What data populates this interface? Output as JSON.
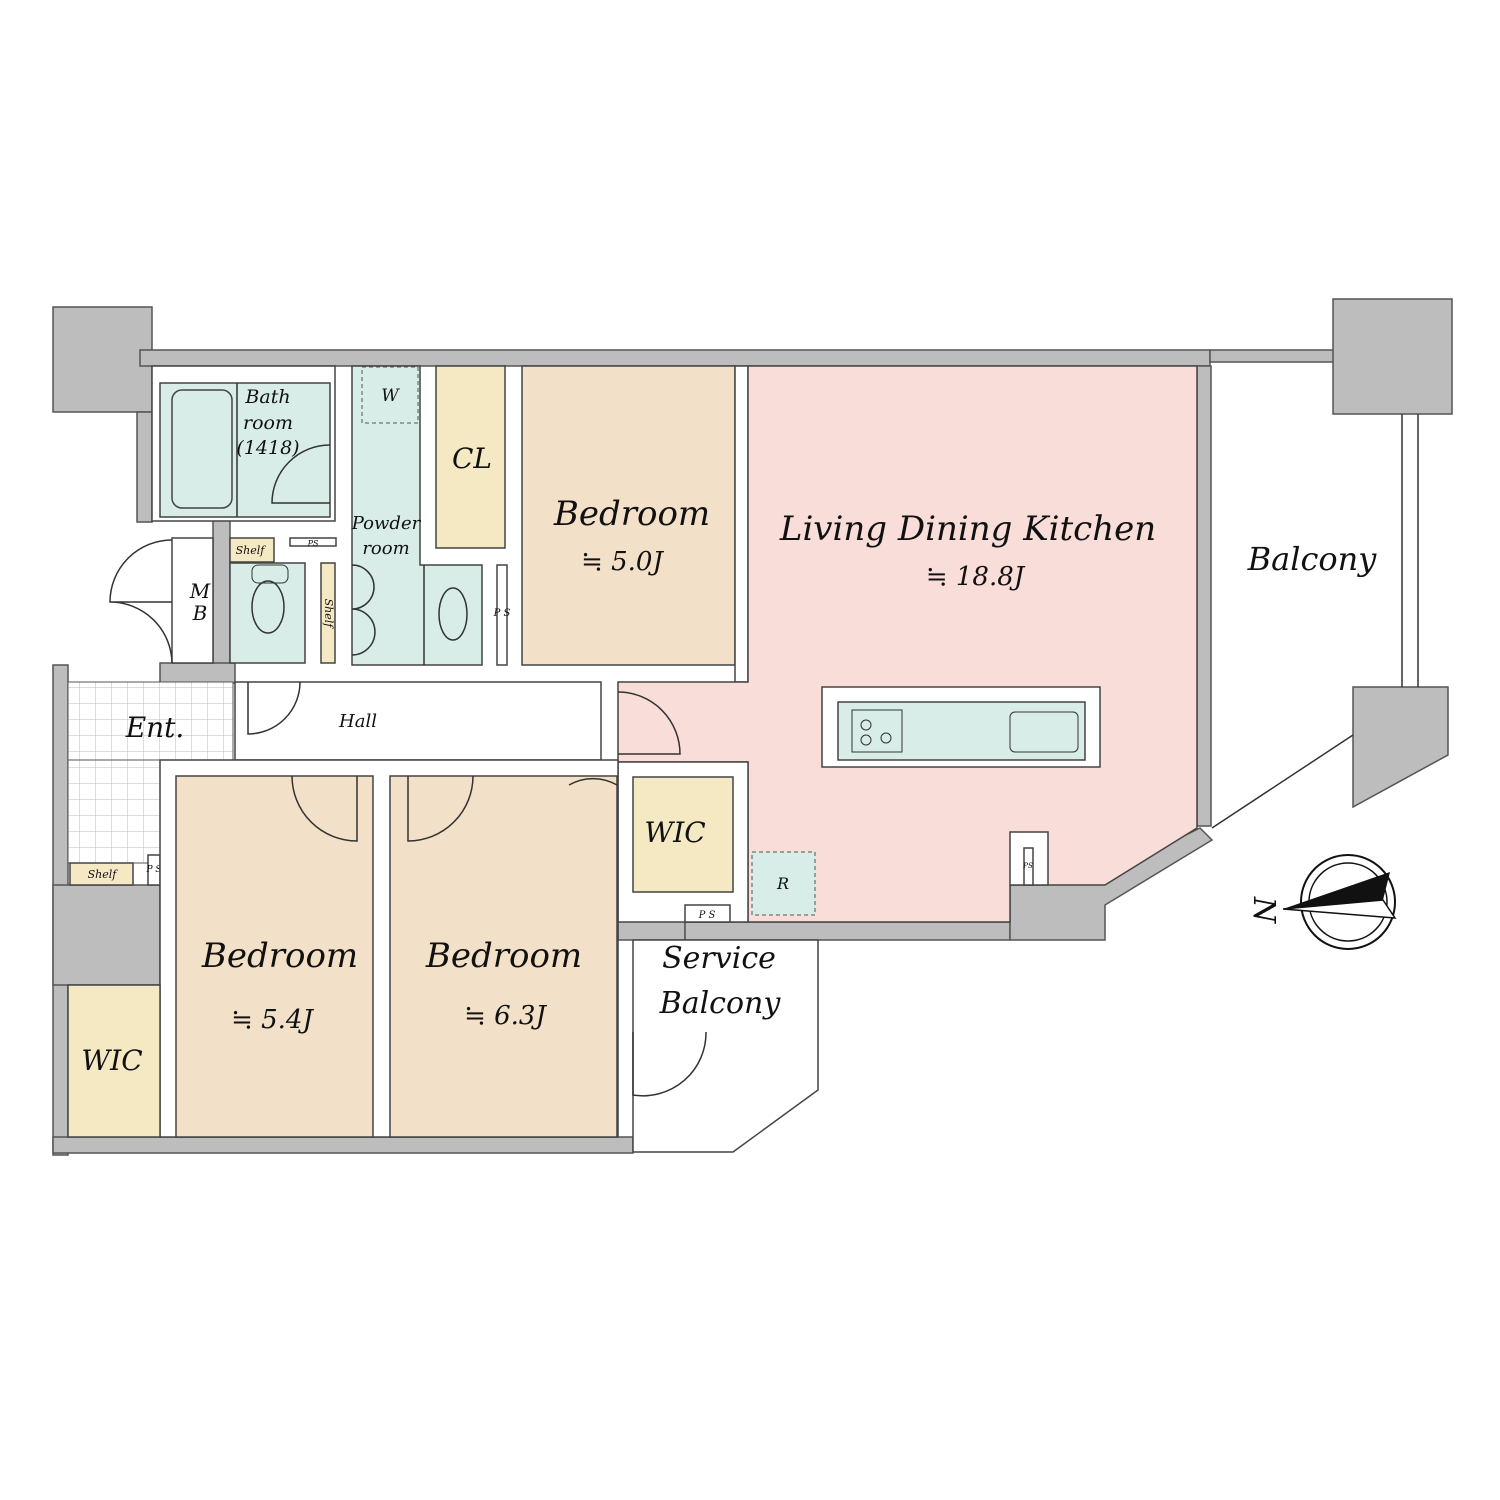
{
  "plan": {
    "colors": {
      "wall": "#bdbdbd",
      "ldk": "#f8ddd9",
      "bedroom": "#f2e1c8",
      "wet": "#d8ece8",
      "closet": "#f4e9c2"
    },
    "bath": {
      "line1": "Bath",
      "line2": "room",
      "line3": "(1418)"
    },
    "washer": "W",
    "closet": "CL",
    "powder": {
      "line1": "Powder",
      "line2": "room"
    },
    "shelf_toilet": "Shelf",
    "shelf_vertical": "Shelf",
    "shelf_entrance": "Shelf",
    "ps_labels": [
      "PS",
      "P S",
      "P S",
      "PS",
      "P S"
    ],
    "mb": {
      "line1": "M",
      "line2": "B"
    },
    "entrance": "Ent.",
    "hall": "Hall",
    "bedroom_north": {
      "name": "Bedroom",
      "area": "≒ 5.0J"
    },
    "ldk": {
      "name": "Living Dining Kitchen",
      "area": "≒ 18.8J"
    },
    "balcony": "Balcony",
    "wic_right": "WIC",
    "wic_left": "WIC",
    "refrigerator": "R",
    "bedroom_left": {
      "name": "Bedroom",
      "area": "≒ 5.4J"
    },
    "bedroom_mid": {
      "name": "Bedroom",
      "area": "≒ 6.3J"
    },
    "service_balcony": {
      "line1": "Service",
      "line2": "Balcony"
    },
    "compass": "N"
  }
}
